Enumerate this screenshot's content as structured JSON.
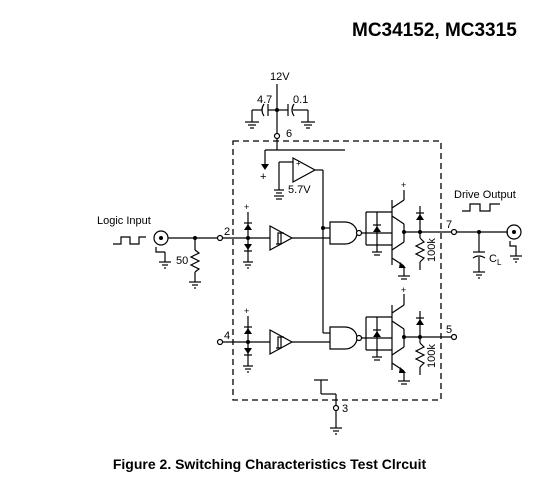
{
  "header": {
    "part_numbers": "MC34152, MC3315"
  },
  "caption": "Figure 2. Switching Characteristics Test Clrcuit",
  "labels": {
    "supply": "12V",
    "cap1": "4.7",
    "cap2": "0.1",
    "pin6": "6",
    "ref": "5.7V",
    "logic_input": "Logic Input",
    "res50": "50",
    "pin2": "2",
    "pin4": "4",
    "pin7": "7",
    "pin5": "5",
    "pin3": "3",
    "drive_output": "Drive Output",
    "r100k_a": "100k",
    "r100k_b": "100k",
    "cl": "C",
    "cl_sub": "L",
    "plus": "+"
  },
  "colors": {
    "ink": "#000000",
    "background": "#ffffff"
  }
}
